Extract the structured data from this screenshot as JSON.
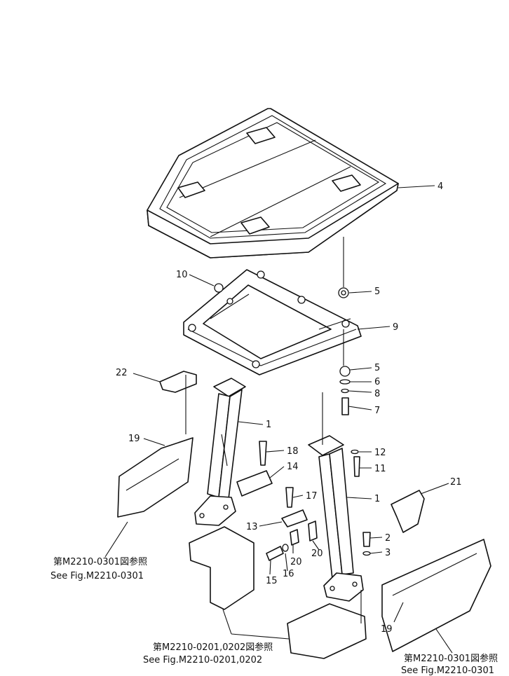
{
  "callouts": [
    {
      "id": "c4",
      "text": "4"
    },
    {
      "id": "c5a",
      "text": "5"
    },
    {
      "id": "c10",
      "text": "10"
    },
    {
      "id": "c9",
      "text": "9"
    },
    {
      "id": "c5b",
      "text": "5"
    },
    {
      "id": "c6",
      "text": "6"
    },
    {
      "id": "c8",
      "text": "8"
    },
    {
      "id": "c7",
      "text": "7"
    },
    {
      "id": "c22",
      "text": "22"
    },
    {
      "id": "c1a",
      "text": "1"
    },
    {
      "id": "c19a",
      "text": "19"
    },
    {
      "id": "c18",
      "text": "18"
    },
    {
      "id": "c14",
      "text": "14"
    },
    {
      "id": "c12",
      "text": "12"
    },
    {
      "id": "c11",
      "text": "11"
    },
    {
      "id": "c21",
      "text": "21"
    },
    {
      "id": "c17",
      "text": "17"
    },
    {
      "id": "c1b",
      "text": "1"
    },
    {
      "id": "c13",
      "text": "13"
    },
    {
      "id": "c2",
      "text": "2"
    },
    {
      "id": "c3",
      "text": "3"
    },
    {
      "id": "c20a",
      "text": "20"
    },
    {
      "id": "c20b",
      "text": "20"
    },
    {
      "id": "c15",
      "text": "15"
    },
    {
      "id": "c16",
      "text": "16"
    },
    {
      "id": "c19b",
      "text": "19"
    }
  ],
  "references": {
    "left_jp": "第M2210-0301図参照",
    "left_en": "See Fig.M2210-0301",
    "center_jp": "第M2210-0201,0202図参照",
    "center_en": "See Fig.M2210-0201,0202",
    "right_jp": "第M2210-0301図参照",
    "right_en": "See Fig.M2210-0301"
  }
}
